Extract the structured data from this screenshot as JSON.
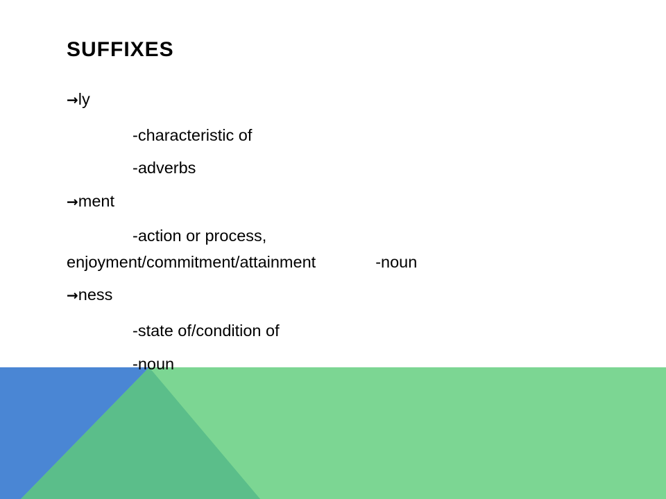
{
  "slide": {
    "title": "SUFFIXES",
    "arrow_glyph": "→",
    "items": [
      {
        "suffix": "ly",
        "notes": [
          "-characteristic of",
          "-adverbs"
        ]
      },
      {
        "suffix": "ment",
        "note_line1": "-action or process,",
        "note_line2": "enjoyment/commitment/attainment",
        "note_line2_tail": "-noun"
      },
      {
        "suffix": "ness",
        "notes": [
          "-state of/condition of",
          "-noun"
        ]
      }
    ]
  },
  "colors": {
    "background": "#ffffff",
    "text": "#000000",
    "decor_blue": "#4A86D4",
    "decor_green": "#7CD693",
    "decor_overlap": "#5BBE8A"
  }
}
